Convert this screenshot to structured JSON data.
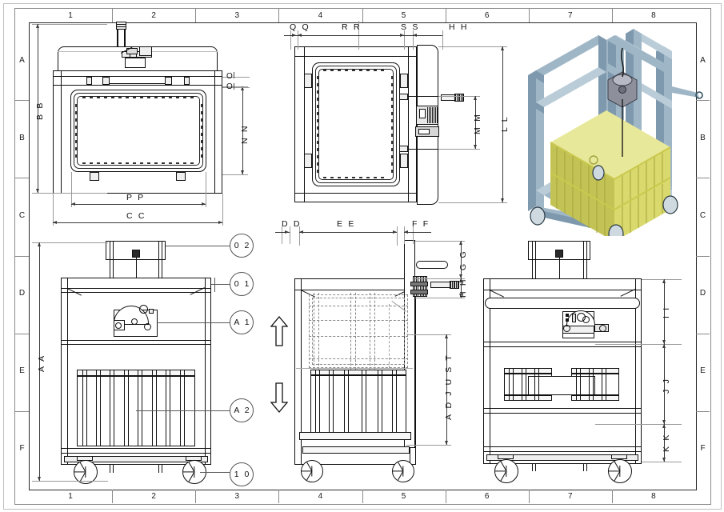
{
  "sheet": {
    "background_color": "#ffffff",
    "line_color": "#111111",
    "zone_columns": [
      "1",
      "2",
      "3",
      "4",
      "5",
      "6",
      "7",
      "8"
    ],
    "zone_rows": [
      "A",
      "B",
      "C",
      "D",
      "E",
      "F"
    ]
  },
  "views": {
    "top_left": {
      "name": "front-elevation-upper",
      "dimensions": {
        "height_overall": "B B",
        "height_inner": "N N",
        "width_inner": "P P",
        "width_overall": "C C",
        "diameter_upper": "O",
        "diameter_lower": "O"
      }
    },
    "top_center": {
      "name": "side-elevation-upper",
      "dimensions": {
        "offset_left_small": "Q Q",
        "width_main": "R R",
        "offset_right_small": "S S",
        "handle_offset": "H H",
        "height_overall": "L L",
        "height_handle": "M M"
      }
    },
    "top_right_iso": {
      "name": "isometric-3d-model",
      "frame_color": "#9fb6c6",
      "crate_color": "#d9d96d"
    },
    "bottom_left": {
      "name": "front-elevation-lower",
      "dimensions": {
        "height_overall": "A A"
      },
      "balloons": [
        "0 2",
        "0 1",
        "A 1",
        "A 2",
        "1 0"
      ]
    },
    "bottom_center": {
      "name": "side-elevation-lower",
      "dimensions": {
        "offset_left_small": "D D",
        "width_main": "E E",
        "offset_right_small": "F F",
        "height_top": "G G",
        "height_handle": "H H",
        "adjust_range": "A D J U S T"
      },
      "arrows": {
        "up": "arrow-up",
        "down": "arrow-down"
      }
    },
    "bottom_right": {
      "name": "rear-elevation-lower",
      "dimensions": {
        "height_top": "I I",
        "height_middle": "J J",
        "height_bottom": "K K"
      }
    }
  }
}
